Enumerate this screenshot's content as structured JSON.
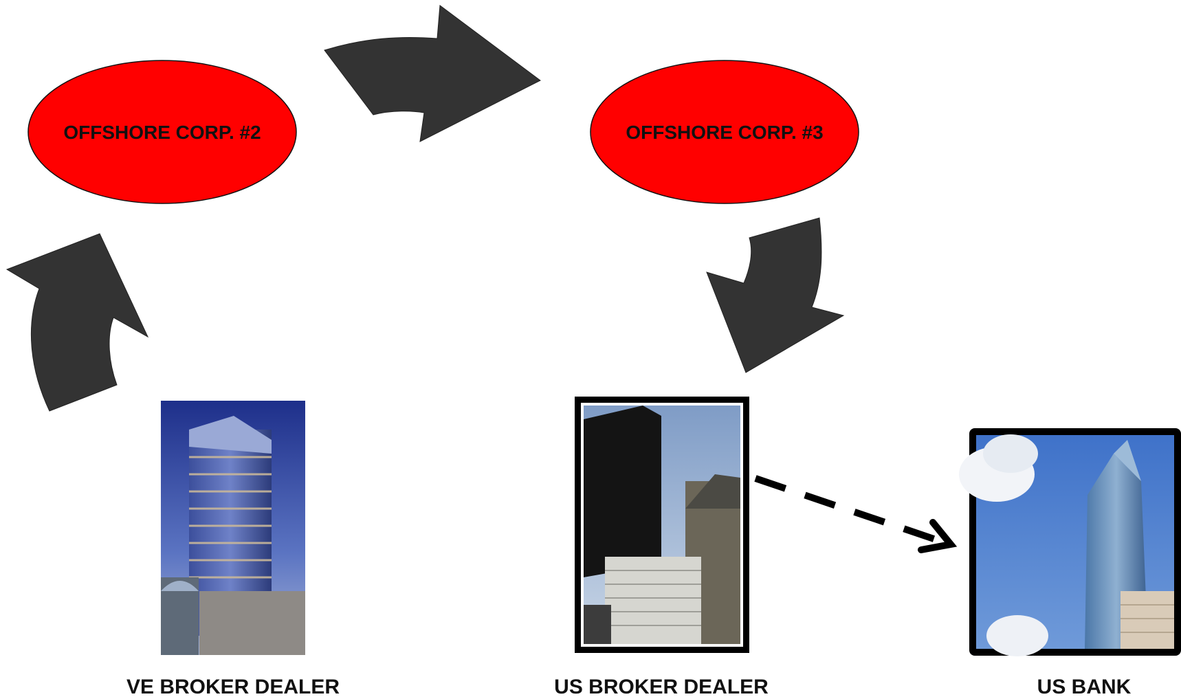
{
  "nodes": {
    "offshore_corp_2": {
      "label": "OFFSHORE CORP. #2"
    },
    "offshore_corp_3": {
      "label": "OFFSHORE CORP. #3"
    }
  },
  "entities": {
    "ve_broker_dealer": {
      "caption": "VE BROKER DEALER",
      "image": "office-tower-photo"
    },
    "us_broker_dealer": {
      "caption": "US BROKER DEALER",
      "image": "downtown-towers-photo"
    },
    "us_bank": {
      "caption": "US BANK",
      "image": "glass-skyscraper-photo"
    }
  },
  "colors": {
    "node_fill": "#ff0000",
    "arrow_fill": "#333333",
    "text": "#111111"
  }
}
